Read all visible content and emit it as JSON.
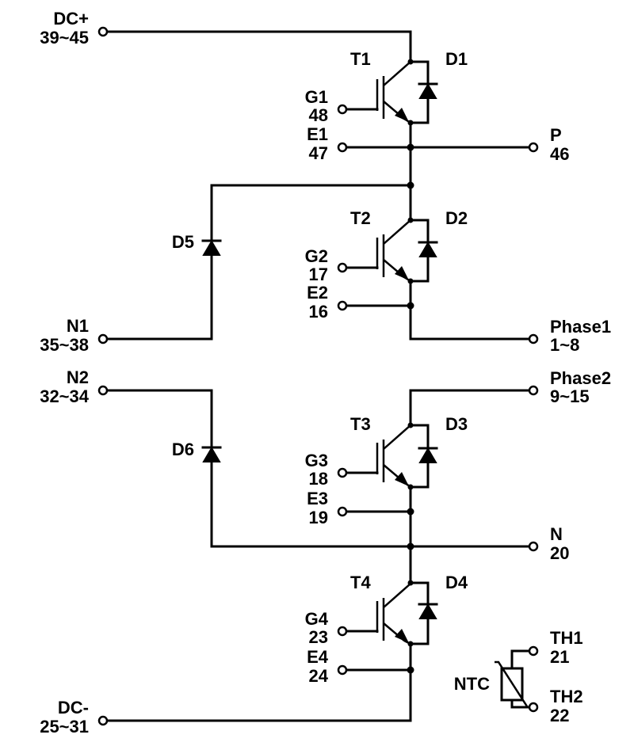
{
  "terminals": {
    "dc_plus": {
      "name": "DC+",
      "pins": "39~45"
    },
    "g1": {
      "name": "G1",
      "pins": "48"
    },
    "e1": {
      "name": "E1",
      "pins": "47"
    },
    "p": {
      "name": "P",
      "pins": "46"
    },
    "g2": {
      "name": "G2",
      "pins": "17"
    },
    "e2": {
      "name": "E2",
      "pins": "16"
    },
    "n1": {
      "name": "N1",
      "pins": "35~38"
    },
    "phase1": {
      "name": "Phase1",
      "pins": "1~8"
    },
    "n2": {
      "name": "N2",
      "pins": "32~34"
    },
    "phase2": {
      "name": "Phase2",
      "pins": "9~15"
    },
    "g3": {
      "name": "G3",
      "pins": "18"
    },
    "e3": {
      "name": "E3",
      "pins": "19"
    },
    "n": {
      "name": "N",
      "pins": "20"
    },
    "g4": {
      "name": "G4",
      "pins": "23"
    },
    "e4": {
      "name": "E4",
      "pins": "24"
    },
    "dc_minus": {
      "name": "DC-",
      "pins": "25~31"
    },
    "th1": {
      "name": "TH1",
      "pins": "21"
    },
    "th2": {
      "name": "TH2",
      "pins": "22"
    }
  },
  "components": {
    "t1": "T1",
    "t2": "T2",
    "t3": "T3",
    "t4": "T4",
    "d1": "D1",
    "d2": "D2",
    "d3": "D3",
    "d4": "D4",
    "d5": "D5",
    "d6": "D6",
    "ntc": "NTC"
  }
}
